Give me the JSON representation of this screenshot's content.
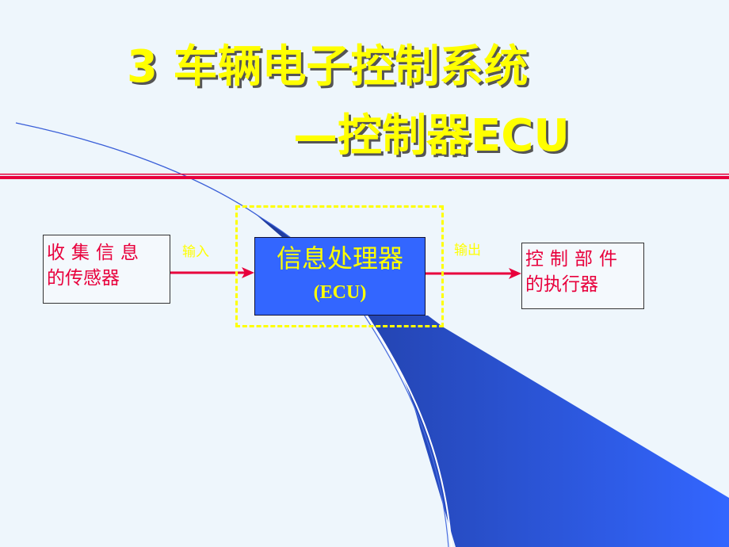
{
  "title": {
    "line1": "3 车辆电子控制系统",
    "line2": "—控制器ECU"
  },
  "colors": {
    "background": "#eef6fc",
    "title": "#ffff00",
    "rule": "#e8003c",
    "ecu_box": "#3366ff",
    "arrow": "#e8003c",
    "dashed_frame": "#ffff00",
    "box_text": "#e8003c",
    "swoosh_dark": "#1f3a99",
    "swoosh_light": "#3366ff"
  },
  "diagram": {
    "input_box": {
      "line1": "收集信息",
      "line2": "的传感器"
    },
    "input_label": "输入",
    "ecu": {
      "name": "信息处理器",
      "abbr": "(ECU)"
    },
    "output_label": "输出",
    "output_box": {
      "line1": "控制部件",
      "line2": "的执行器"
    }
  }
}
